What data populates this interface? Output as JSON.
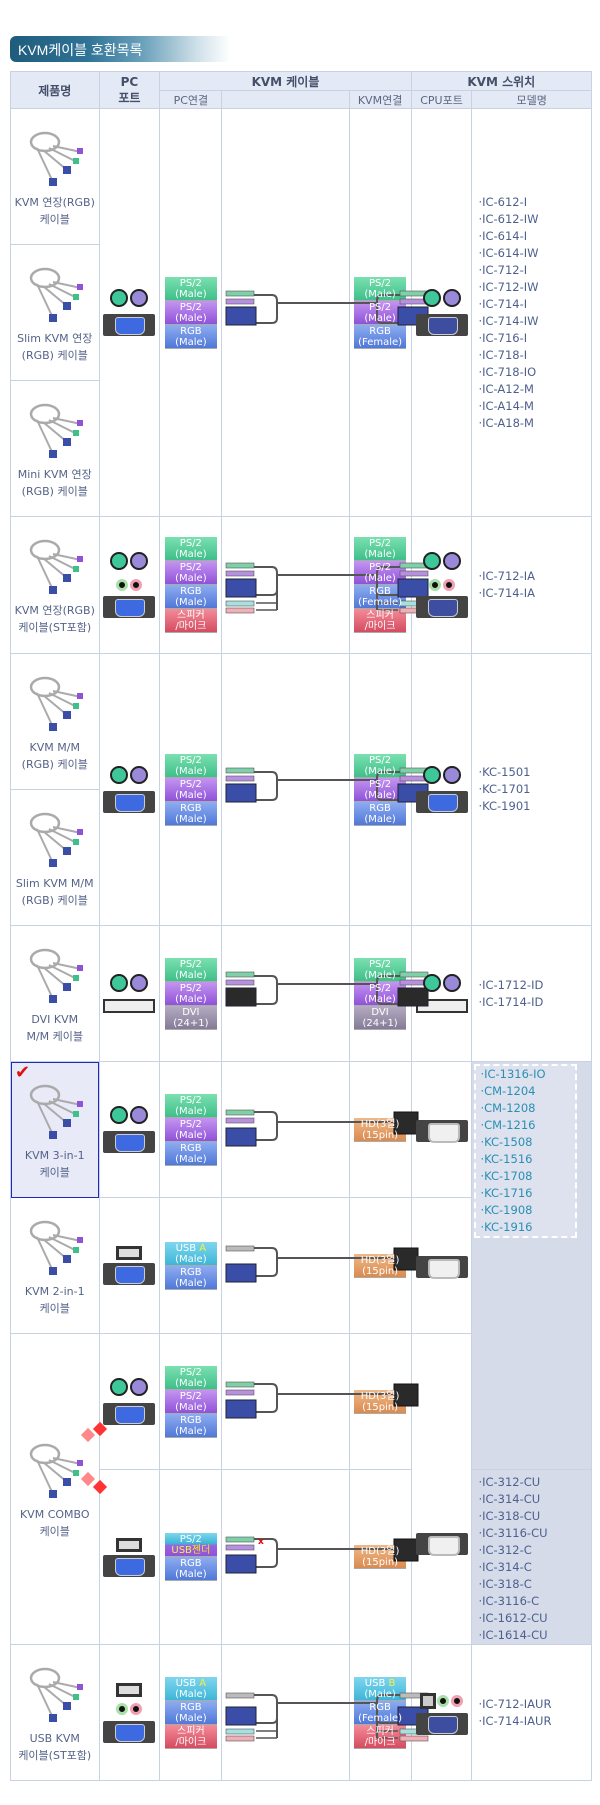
{
  "page_title": "KVM케이블 호환목록",
  "header": {
    "product_name": "제품명",
    "pc_port": "PC\n포트",
    "kvm_cable": "KVM 케이블",
    "kvm_switch": "KVM 스위치",
    "pc_connection": "PC연결",
    "kvm_connection": "KVM연결",
    "cpu_port": "CPU포트",
    "model_name": "모델명"
  },
  "rows": [
    {
      "products": [
        {
          "name_line1": "KVM 연장(RGB)",
          "name_line2": "케이블"
        },
        {
          "name_line1": "Slim KVM 연장",
          "name_line2": "(RGB) 케이블"
        },
        {
          "name_line1": "Mini KVM 연장",
          "name_line2": "(RGB) 케이블"
        }
      ],
      "pc_badges": [
        {
          "line1": "PS/2",
          "line2": "(Male)",
          "color": "green"
        },
        {
          "line1": "PS/2",
          "line2": "(Male)",
          "color": "purple"
        },
        {
          "line1": "RGB",
          "line2": "(Male)",
          "color": "blue"
        }
      ],
      "kvm_badges": [
        {
          "line1": "PS/2",
          "line2": "(Male)",
          "color": "green"
        },
        {
          "line1": "PS/2",
          "line2": "(Male)",
          "color": "purple"
        },
        {
          "line1": "RGB",
          "line2": "(Female)",
          "color": "blue"
        }
      ],
      "models": [
        "·IC-612-I",
        "·IC-612-IW",
        "·IC-614-I",
        "·IC-614-IW",
        "·IC-712-I",
        "·IC-712-IW",
        "·IC-714-I",
        "·IC-714-IW",
        "·IC-716-I",
        "·IC-718-I",
        "·IC-718-IO",
        "·IC-A12-M",
        "·IC-A14-M",
        "·IC-A18-M"
      ]
    },
    {
      "products": [
        {
          "name_line1": "KVM 연장(RGB)",
          "name_line2": "케이블(ST포함)"
        }
      ],
      "pc_badges": [
        {
          "line1": "PS/2",
          "line2": "(Male)",
          "color": "green"
        },
        {
          "line1": "PS/2",
          "line2": "(Male)",
          "color": "purple"
        },
        {
          "line1": "RGB",
          "line2": "(Male)",
          "color": "blue"
        },
        {
          "line1": "스피커",
          "line2": "/마이크",
          "color": "red"
        }
      ],
      "kvm_badges": [
        {
          "line1": "PS/2",
          "line2": "(Male)",
          "color": "green"
        },
        {
          "line1": "PS/2",
          "line2": "(Male)",
          "color": "purple"
        },
        {
          "line1": "RGB",
          "line2": "(Female)",
          "color": "blue"
        },
        {
          "line1": "스피커",
          "line2": "/마이크",
          "color": "red"
        }
      ],
      "models": [
        "·IC-712-IA",
        "·IC-714-IA"
      ]
    },
    {
      "products": [
        {
          "name_line1": "KVM M/M",
          "name_line2": "(RGB) 케이블"
        },
        {
          "name_line1": "Slim KVM M/M",
          "name_line2": "(RGB) 케이블"
        }
      ],
      "pc_badges": [
        {
          "line1": "PS/2",
          "line2": "(Male)",
          "color": "green"
        },
        {
          "line1": "PS/2",
          "line2": "(Male)",
          "color": "purple"
        },
        {
          "line1": "RGB",
          "line2": "(Male)",
          "color": "blue"
        }
      ],
      "kvm_badges": [
        {
          "line1": "PS/2",
          "line2": "(Male)",
          "color": "green"
        },
        {
          "line1": "PS/2",
          "line2": "(Male)",
          "color": "purple"
        },
        {
          "line1": "RGB",
          "line2": "(Male)",
          "color": "blue"
        }
      ],
      "models": [
        "·KC-1501",
        "·KC-1701",
        "·KC-1901"
      ]
    },
    {
      "products": [
        {
          "name_line1": "DVI KVM",
          "name_line2": "M/M 케이블"
        }
      ],
      "pc_badges": [
        {
          "line1": "PS/2",
          "line2": "(Male)",
          "color": "green"
        },
        {
          "line1": "PS/2",
          "line2": "(Male)",
          "color": "purple"
        },
        {
          "line1": "DVI",
          "line2": "(24+1)",
          "color": "gray"
        }
      ],
      "kvm_badges": [
        {
          "line1": "PS/2",
          "line2": "(Male)",
          "color": "green"
        },
        {
          "line1": "PS/2",
          "line2": "(Male)",
          "color": "purple"
        },
        {
          "line1": "DVI",
          "line2": "(24+1)",
          "color": "gray"
        }
      ],
      "models": [
        "·IC-1712-ID",
        "·IC-1714-ID"
      ]
    },
    {
      "products": [
        {
          "name_line1": "KVM 3-in-1",
          "name_line2": "케이블",
          "selected": true
        }
      ],
      "pc_badges": [
        {
          "line1": "PS/2",
          "line2": "(Male)",
          "color": "green"
        },
        {
          "line1": "PS/2",
          "line2": "(Male)",
          "color": "purple"
        },
        {
          "line1": "RGB",
          "line2": "(Male)",
          "color": "blue"
        }
      ],
      "kvm_badges": [
        {
          "line1": "HD(3열)",
          "line2": "(15pin)",
          "color": "orange"
        }
      ]
    },
    {
      "products": [
        {
          "name_line1": "KVM 2-in-1",
          "name_line2": "케이블"
        }
      ],
      "pc_badges": [
        {
          "line1_a": "USB ",
          "line1_b": "A",
          "line2": "(Male)",
          "color": "cyan"
        },
        {
          "line1": "RGB",
          "line2": "(Male)",
          "color": "blue"
        }
      ],
      "kvm_badges": [
        {
          "line1": "HD(3열)",
          "line2": "(15pin)",
          "color": "orange"
        }
      ]
    },
    {
      "products": [
        {
          "name_line1": "KVM COMBO",
          "name_line2": "케이블"
        }
      ],
      "sub_a": {
        "pc_badges": [
          {
            "line1": "PS/2",
            "line2": "(Male)",
            "color": "green"
          },
          {
            "line1": "PS/2",
            "line2": "(Male)",
            "color": "purple"
          },
          {
            "line1": "RGB",
            "line2": "(Male)",
            "color": "blue"
          }
        ],
        "kvm_badges": [
          {
            "line1": "HD(3열)",
            "line2": "(15pin)",
            "color": "orange"
          }
        ]
      },
      "sub_b": {
        "pc_badges": [
          {
            "line1": "PS/2",
            "line2_a": "USB",
            "line2_b": "젠더",
            "color": "cyan-purple"
          },
          {
            "line1": "RGB",
            "line2": "(Male)",
            "color": "blue"
          }
        ],
        "kvm_badges": [
          {
            "line1": "HD(3열)",
            "line2": "(15pin)",
            "color": "orange"
          }
        ]
      }
    },
    {
      "products": [
        {
          "name_line1": "USB KVM",
          "name_line2": "케이블(ST포함)"
        }
      ],
      "pc_badges": [
        {
          "line1_a": "USB ",
          "line1_b": "A",
          "line2": "(Male)",
          "color": "cyan"
        },
        {
          "line1": "RGB",
          "line2": "(Male)",
          "color": "blue"
        },
        {
          "line1": "스피커",
          "line2": "/마이크",
          "color": "red"
        }
      ],
      "kvm_badges": [
        {
          "line1_a": "USB ",
          "line1_b": "B",
          "line2": "(Male)",
          "color": "cyan"
        },
        {
          "line1": "RGB",
          "line2": "(Female)",
          "color": "blue"
        },
        {
          "line1": "스피커",
          "line2": "/마이크",
          "color": "red"
        }
      ],
      "models": [
        "·IC-712-IAUR",
        "·IC-714-IAUR"
      ]
    }
  ],
  "shared_models_a": [
    "·IC-1316-IO",
    "·CM-1204",
    "·CM-1208",
    "·CM-1216",
    "·KC-1508",
    "·KC-1516",
    "·KC-1708",
    "·KC-1716",
    "·KC-1908",
    "·KC-1916"
  ],
  "shared_models_b": [
    "·IC-312-CU",
    "·IC-314-CU",
    "·IC-318-CU",
    "·IC-3116-CU",
    "·IC-312-C",
    "·IC-314-C",
    "·IC-318-C",
    "·IC-3116-C",
    "·IC-1612-CU",
    "·IC-1614-CU"
  ],
  "selected_marker": "✔",
  "colors": {
    "header_bg": "#e3e9f5",
    "border": "#c8d2e2",
    "model_text": "#4c5f8e",
    "model_text_highlight": "#2a8fb3",
    "selected_bg": "#e8eaf8",
    "shaded_models_bg": "#d5dbe9"
  }
}
